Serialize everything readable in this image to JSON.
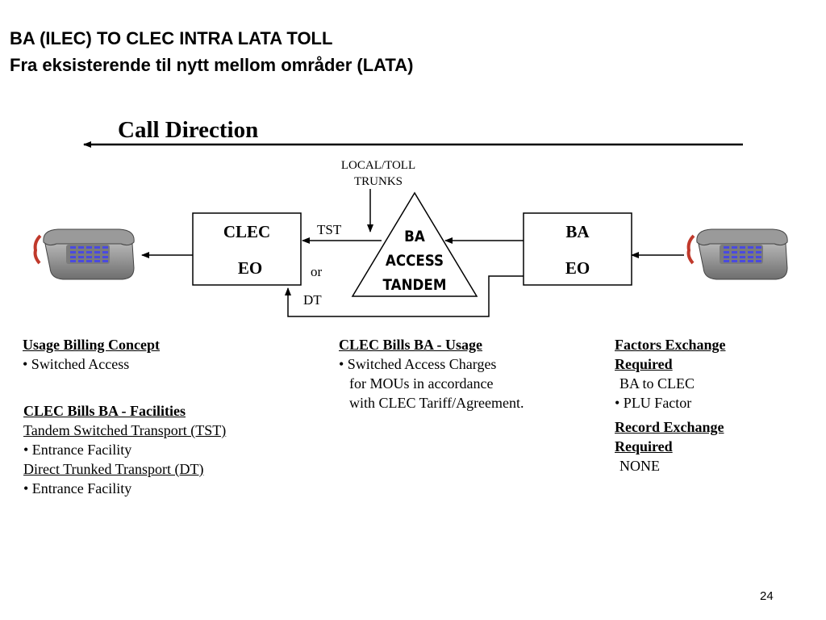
{
  "slide": {
    "title_line1": "BA (ILEC) TO CLEC INTRA LATA TOLL",
    "title_line2": "Fra eksisterende til nytt mellom områder (LATA)",
    "page_number": "24"
  },
  "diagram": {
    "call_direction": "Call Direction",
    "trunks_line1": "LOCAL/TOLL",
    "trunks_line2": "TRUNKS",
    "clec_line1": "CLEC",
    "clec_line2": "EO",
    "ba_line1": "BA",
    "ba_line2": "EO",
    "tandem_line1": "BA",
    "tandem_line2": "ACCESS",
    "tandem_line3": "TANDEM",
    "tst": "TST",
    "or": "or",
    "dt": "DT"
  },
  "usage_billing": {
    "heading": "Usage Billing Concept",
    "item1": "• Switched Access"
  },
  "facilities": {
    "heading": "CLEC Bills BA - Facilities",
    "line1": "Tandem Switched Transport (TST)",
    "line2": "• Entrance Facility",
    "line3": "Direct Trunked Transport (DT)",
    "line4": "• Entrance Facility"
  },
  "usage": {
    "heading": "CLEC Bills BA - Usage",
    "line1": "• Switched Access Charges",
    "line2": "for MOUs in accordance",
    "line3": "with CLEC Tariff/Agreement."
  },
  "factors": {
    "heading1": "Factors Exchange",
    "heading2": "Required",
    "line1": "BA to CLEC",
    "line2": "• PLU Factor"
  },
  "records": {
    "heading1": "Record Exchange",
    "heading2": "Required",
    "line1": "NONE"
  },
  "colors": {
    "phone_body": "#8c8c8c",
    "keypad": "#4a4adf",
    "cord": "#c0392b"
  }
}
